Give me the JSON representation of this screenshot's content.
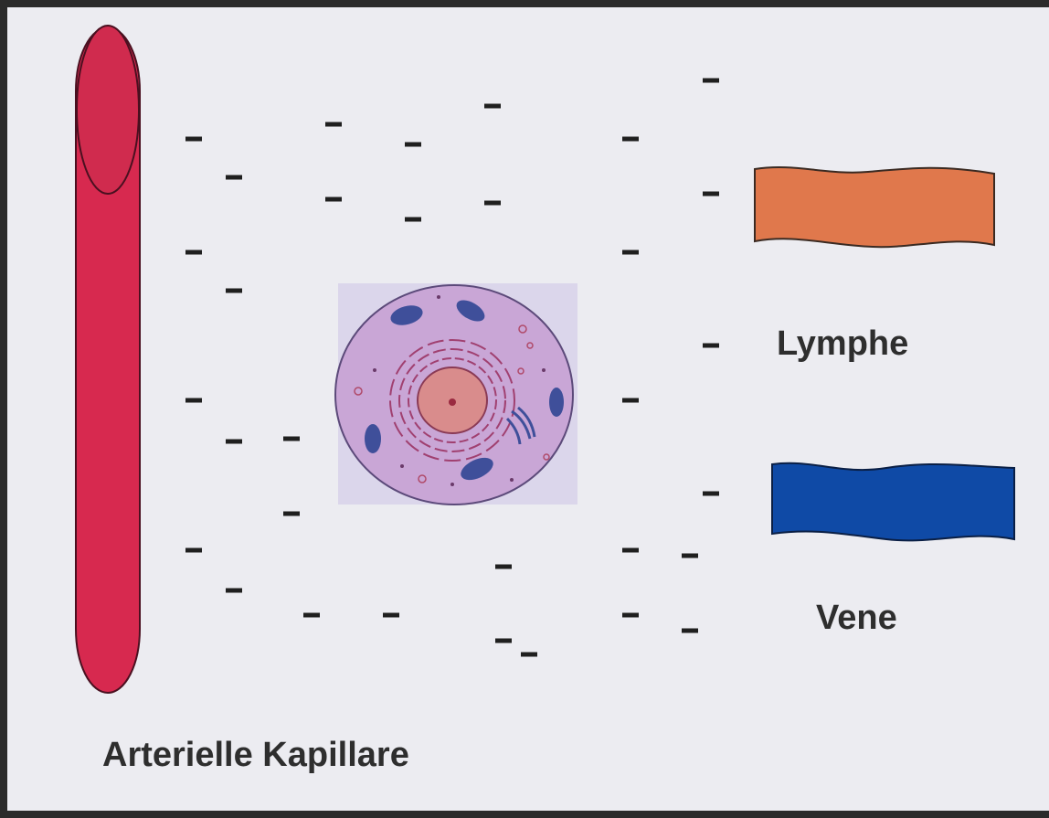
{
  "diagram": {
    "labels": {
      "lymph": "Lymphe",
      "vein": "Vene",
      "arterial_capillary": "Arterielle Kapillare"
    },
    "colors": {
      "background": "#ececf1",
      "capillary": "#d7294f",
      "lymph_vessel": "#e0784c",
      "vein": "#0f4aa6",
      "cell_body": "#c9a6d6",
      "nucleus": "#d98c8c",
      "organelle": "#3f4f9a",
      "dash": "#1f1f1f"
    },
    "icons": {
      "capillary": "arterial-capillary-icon",
      "lymph": "lymph-vessel-icon",
      "vein": "vein-icon",
      "cell": "cell-icon",
      "particles": "dash-particle-icon"
    }
  }
}
